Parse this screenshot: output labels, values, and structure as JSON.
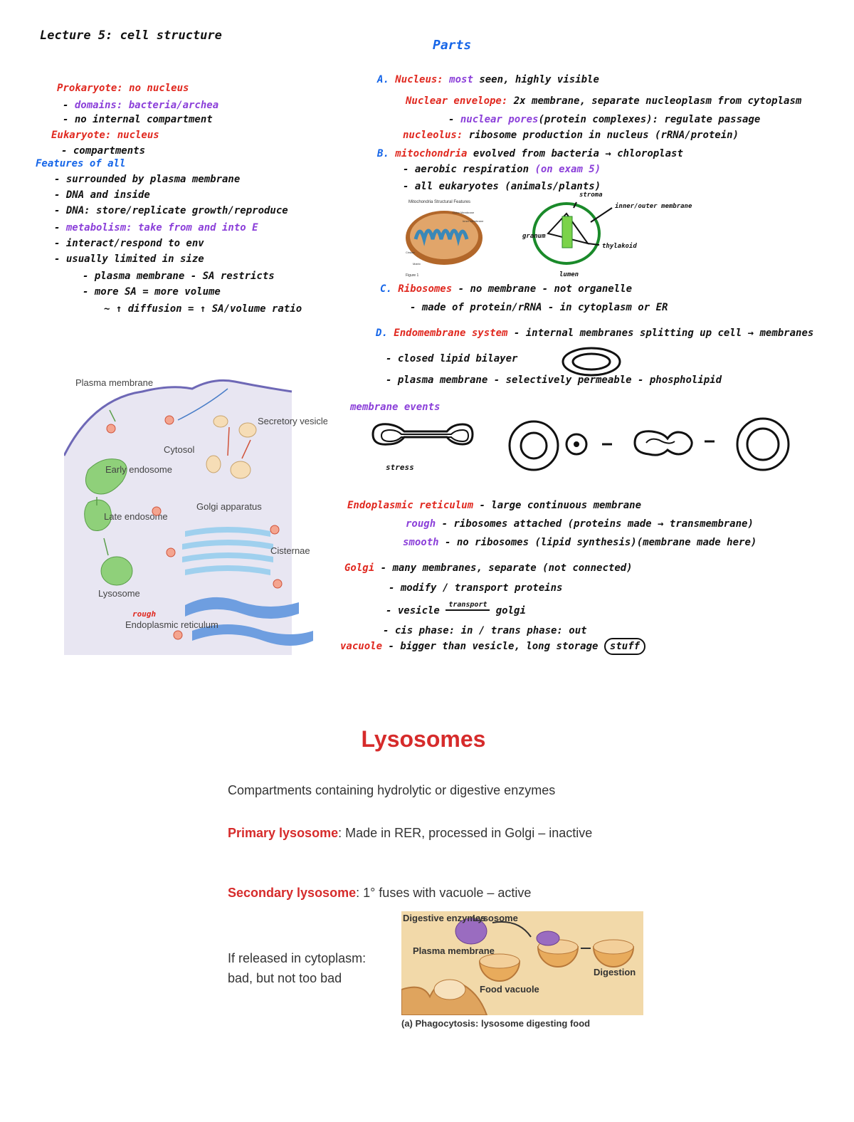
{
  "notes": {
    "title": "Lecture 5: cell structure",
    "left": {
      "prokaryote": "Prokaryote: no nucleus",
      "prokaryote_domains": "domains: bacteria/archea",
      "no_internal": "no internal compartment",
      "eukaryote": "Eukaryote: nucleus",
      "compartments": "compartments",
      "features_head": "Features of all",
      "features": [
        "surrounded by plasma membrane",
        "DNA and inside",
        "DNA: store/replicate growth/reproduce",
        "metabolism: take from and into E",
        "interact/respond to env",
        "usually limited in size"
      ],
      "size_sub1": "plasma membrane - SA restricts",
      "size_sub2": "more SA = more volume",
      "size_sub3": "↑ diffusion = ↑ SA/volume ratio"
    },
    "parts": {
      "heading": "Parts",
      "a_marker": "A.",
      "a_label": "Nucleus:",
      "a_hl": "most",
      "a_rest": "seen, highly visible",
      "env_label": "Nuclear envelope:",
      "env_rest": "2x membrane, separate nucleoplasm from cytoplasm",
      "pores_label": "nuclear pores",
      "pores_rest": "(protein complexes): regulate passage",
      "nucleolus_label": "nucleolus:",
      "nucleolus_rest": "ribosome production in nucleus (rRNA/protein)",
      "b_marker": "B.",
      "b_label": "mitochondria",
      "b_rest": "evolved from bacteria → chloroplast",
      "b_sub1": "aerobic respiration",
      "b_sub1_note": "(on exam 5)",
      "b_sub2": "all eukaryotes (animals/plants)",
      "mito_fig_title": "Mitochondria Structural Features",
      "mito_fig_caption": "Figure 1",
      "mito_fig_labels": [
        "Outer Membrane",
        "Inner Membrane",
        "Cristae",
        "Matrix"
      ],
      "chloro_labels": [
        "stroma",
        "inner/outer membrane",
        "thylakoid",
        "granum",
        "lumen"
      ],
      "c_marker": "C.",
      "c_label": "Ribosomes",
      "c_rest": "- no membrane - not organelle",
      "c_sub": "made of protein/rRNA - in cytoplasm or ER",
      "d_marker": "D.",
      "d_label": "Endomembrane system",
      "d_rest": "- internal membranes splitting up cell → membranes",
      "d_sub1": "closed lipid bilayer",
      "d_sub2": "plasma membrane - selectively permeable - phospholipid",
      "mem_events": "membrane events",
      "mem_caption": "stress",
      "er_label": "Endoplasmic reticulum",
      "er_rest": "- large continuous membrane",
      "rough_label": "rough",
      "rough_rest": "- ribosomes attached (proteins made → transmembrane)",
      "smooth_label": "smooth",
      "smooth_rest": "- no ribosomes (lipid synthesis)(membrane made here)",
      "golgi_label": "Golgi",
      "golgi_rest": "- many membranes, separate (not connected)",
      "golgi_sub1": "modify / transport proteins",
      "golgi_sub2": "vesicle",
      "golgi_sub2_arrow": "transport",
      "golgi_sub2_end": "golgi",
      "golgi_sub3": "cis phase: in / trans phase: out",
      "vacuole_label": "vacuole",
      "vacuole_rest": "- bigger than vesicle, long storage",
      "vacuole_note": "stuff"
    }
  },
  "endo_diagram": {
    "labels": {
      "plasma_membrane": "Plasma membrane",
      "cytosol": "Cytosol",
      "secretory_vesicle": "Secretory vesicle",
      "early_endosome": "Early endosome",
      "golgi": "Golgi apparatus",
      "late_endosome": "Late endosome",
      "cisternae": "Cisternae",
      "lysosome": "Lysosome",
      "rough": "rough",
      "er": "Endoplasmic reticulum"
    }
  },
  "lysosomes": {
    "title": "Lysosomes",
    "line1": "Compartments containing hydrolytic or digestive enzymes",
    "primary_label": "Primary lysosome",
    "primary_rest": ": Made in RER, processed in Golgi – inactive",
    "secondary_label": "Secondary lysosome",
    "secondary_rest": ": 1° fuses with vacuole – active",
    "released_line1": "If released in cytoplasm:",
    "released_line2": "bad, but not too bad",
    "figure": {
      "labels": {
        "digestive_enzymes": "Digestive enzymes",
        "lysosome": "Lysosome",
        "plasma_membrane": "Plasma membrane",
        "digestion": "Digestion",
        "food_vacuole": "Food vacuole"
      },
      "caption": "(a) Phagocytosis: lysosome digesting food"
    }
  }
}
